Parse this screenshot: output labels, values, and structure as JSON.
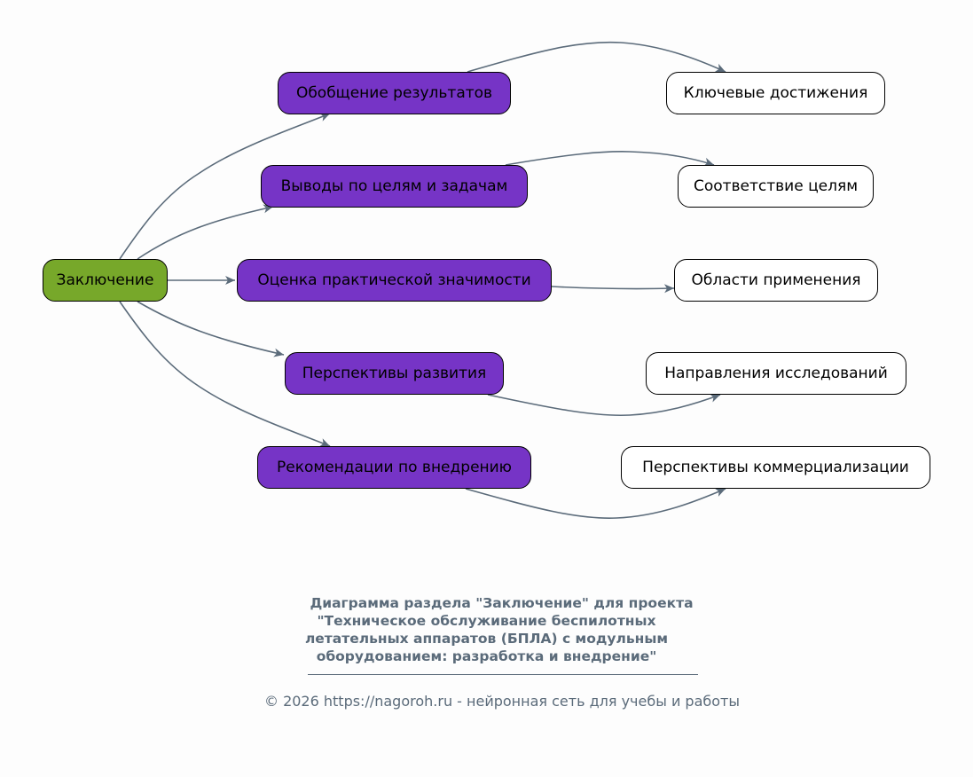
{
  "root": {
    "label": "Заключение"
  },
  "sections": [
    {
      "label": "Обобщение результатов",
      "child": "Ключевые достижения"
    },
    {
      "label": "Выводы по целям и задачам",
      "child": "Соответствие целям"
    },
    {
      "label": "Оценка практической значимости",
      "child": "Области применения"
    },
    {
      "label": "Перспективы развития",
      "child": "Направления исследований"
    },
    {
      "label": "Рекомендации по внедрению",
      "child": "Перспективы коммерциализации"
    }
  ],
  "title": {
    "lines": [
      "Диаграмма раздела \"Заключение\" для проекта",
      "\"Техническое обслуживание беспилотных",
      "летательных аппаратов (БПЛА) с модульным",
      "оборудованием: разработка и внедрение\""
    ]
  },
  "footer": "© 2026 https://nagoroh.ru - нейронная сеть для учебы и работы",
  "colors": {
    "root": "#77a82a",
    "section": "#7634c6",
    "leaf": "#ffffff",
    "edge": "#5b6b7a"
  }
}
